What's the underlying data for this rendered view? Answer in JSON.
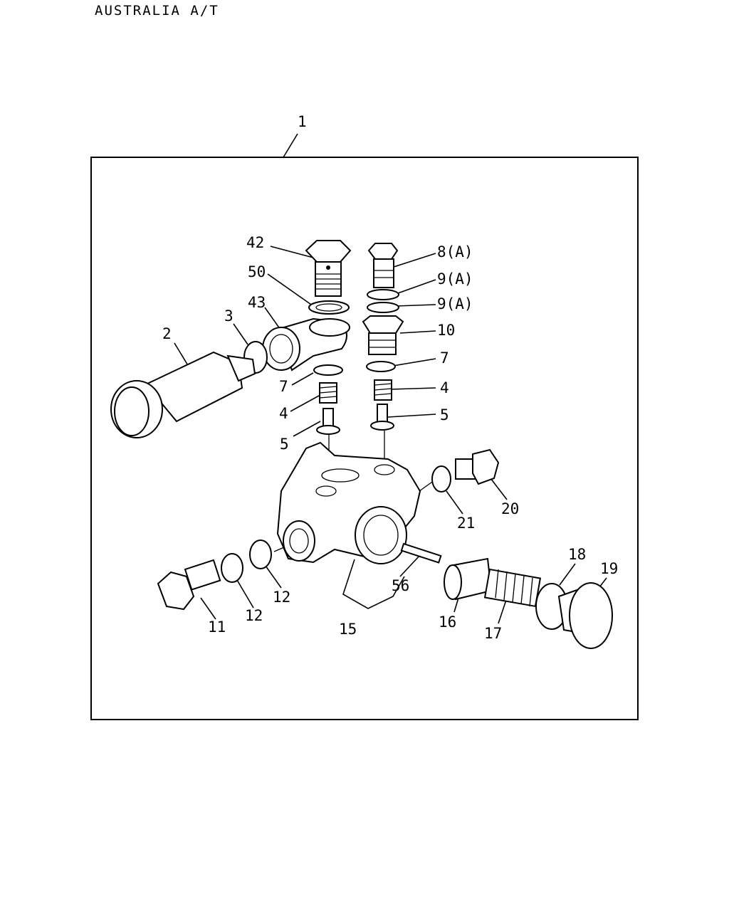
{
  "header": {
    "title": "AUSTRALIA A/T"
  },
  "callouts": {
    "c1": "1",
    "c2": "2",
    "c3": "3",
    "c42": "42",
    "c50": "50",
    "c43": "43",
    "c8a": "8(A)",
    "c9a_1": "9(A)",
    "c9a_2": "9(A)",
    "c10": "10",
    "c7_right": "7",
    "c7_left": "7",
    "c4_right": "4",
    "c4_left": "4",
    "c5_right": "5",
    "c5_left": "5",
    "c20": "20",
    "c21": "21",
    "c56": "56",
    "c12_right": "12",
    "c12_left": "12",
    "c11": "11",
    "c15": "15",
    "c16": "16",
    "c17": "17",
    "c18": "18",
    "c19": "19"
  }
}
